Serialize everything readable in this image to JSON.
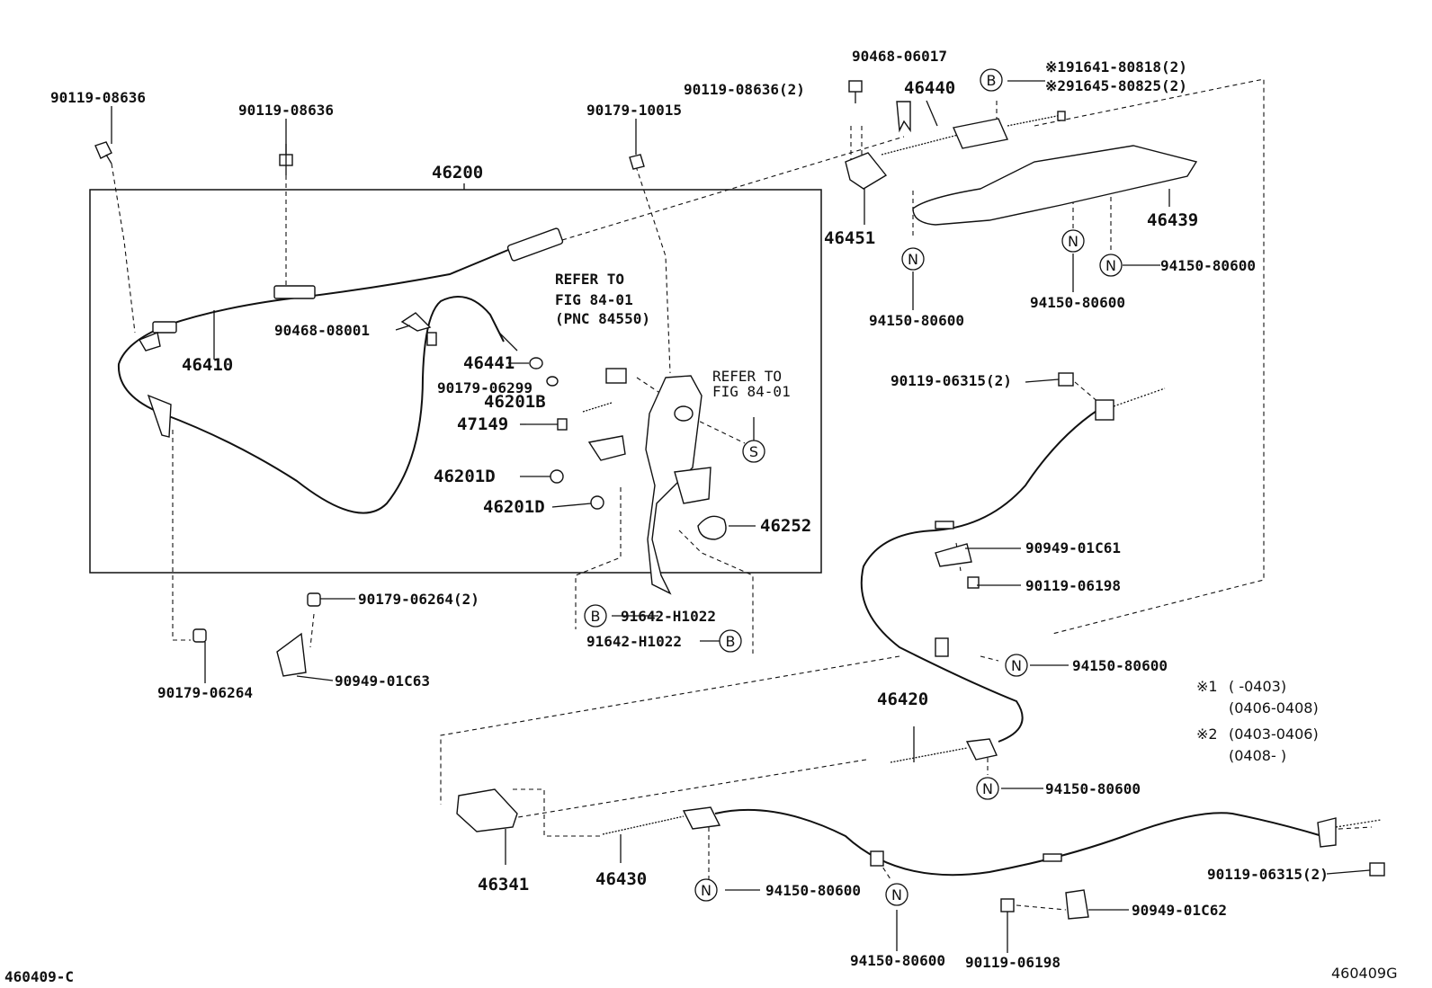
{
  "labels": {
    "p46200": "46200",
    "p46410": "46410",
    "p46440": "46440",
    "p46439": "46439",
    "p46451": "46451",
    "p46441": "46441",
    "p46201b": "46201B",
    "p47149": "47149",
    "p46201d_1": "46201D",
    "p46201d_2": "46201D",
    "p46252": "46252",
    "p46420": "46420",
    "p46430": "46430",
    "p46341": "46341",
    "bolt_left": "90119-08636",
    "bolt_top": "90119-08636",
    "bolt_2": "90119-08636(2)",
    "nut_top": "90179-10015",
    "clip_top": "90468-06017",
    "clip_mid": "90468-08001",
    "nut_06299": "90179-06299",
    "nut_06264_2": "90179-06264(2)",
    "nut_06264": "90179-06264",
    "clamp_c63": "90949-01C63",
    "clamp_c61": "90949-01C61",
    "clamp_c62": "90949-01C62",
    "bolt_06198_a": "90119-06198",
    "bolt_06198_b": "90119-06198",
    "bolt_06315_a": "90119-06315(2)",
    "bolt_06315_b": "90119-06315(2)",
    "b_91642_a": "91642-H1022",
    "b_91642_b": "91642-H1022",
    "b_note1": "※191641-80818(2)",
    "b_note2": "※291645-80825(2)",
    "n_80600_1": "94150-80600",
    "n_80600_2": "94150-80600",
    "n_80600_3": "94150-80600",
    "n_80600_4": "94150-80600",
    "n_80600_5": "94150-80600",
    "n_80600_6": "94150-80600",
    "n_80600_7": "94150-80600"
  },
  "refer": {
    "left_1": "REFER TO",
    "left_2": "FIG 84-01",
    "left_3": "(PNC 84550)",
    "right_1": "REFER TO",
    "right_2": "FIG 84-01"
  },
  "symbols": {
    "b": "B",
    "n": "N",
    "s": "S"
  },
  "notes": {
    "n1_mark": "※1",
    "n1_a": "(        -0403)",
    "n1_b": "(0406-0408)",
    "n2_mark": "※2",
    "n2_a": "(0403-0406)",
    "n2_b": "(0408-        )"
  },
  "footer": {
    "left_code": "460409-C",
    "right_code": "460409G"
  }
}
